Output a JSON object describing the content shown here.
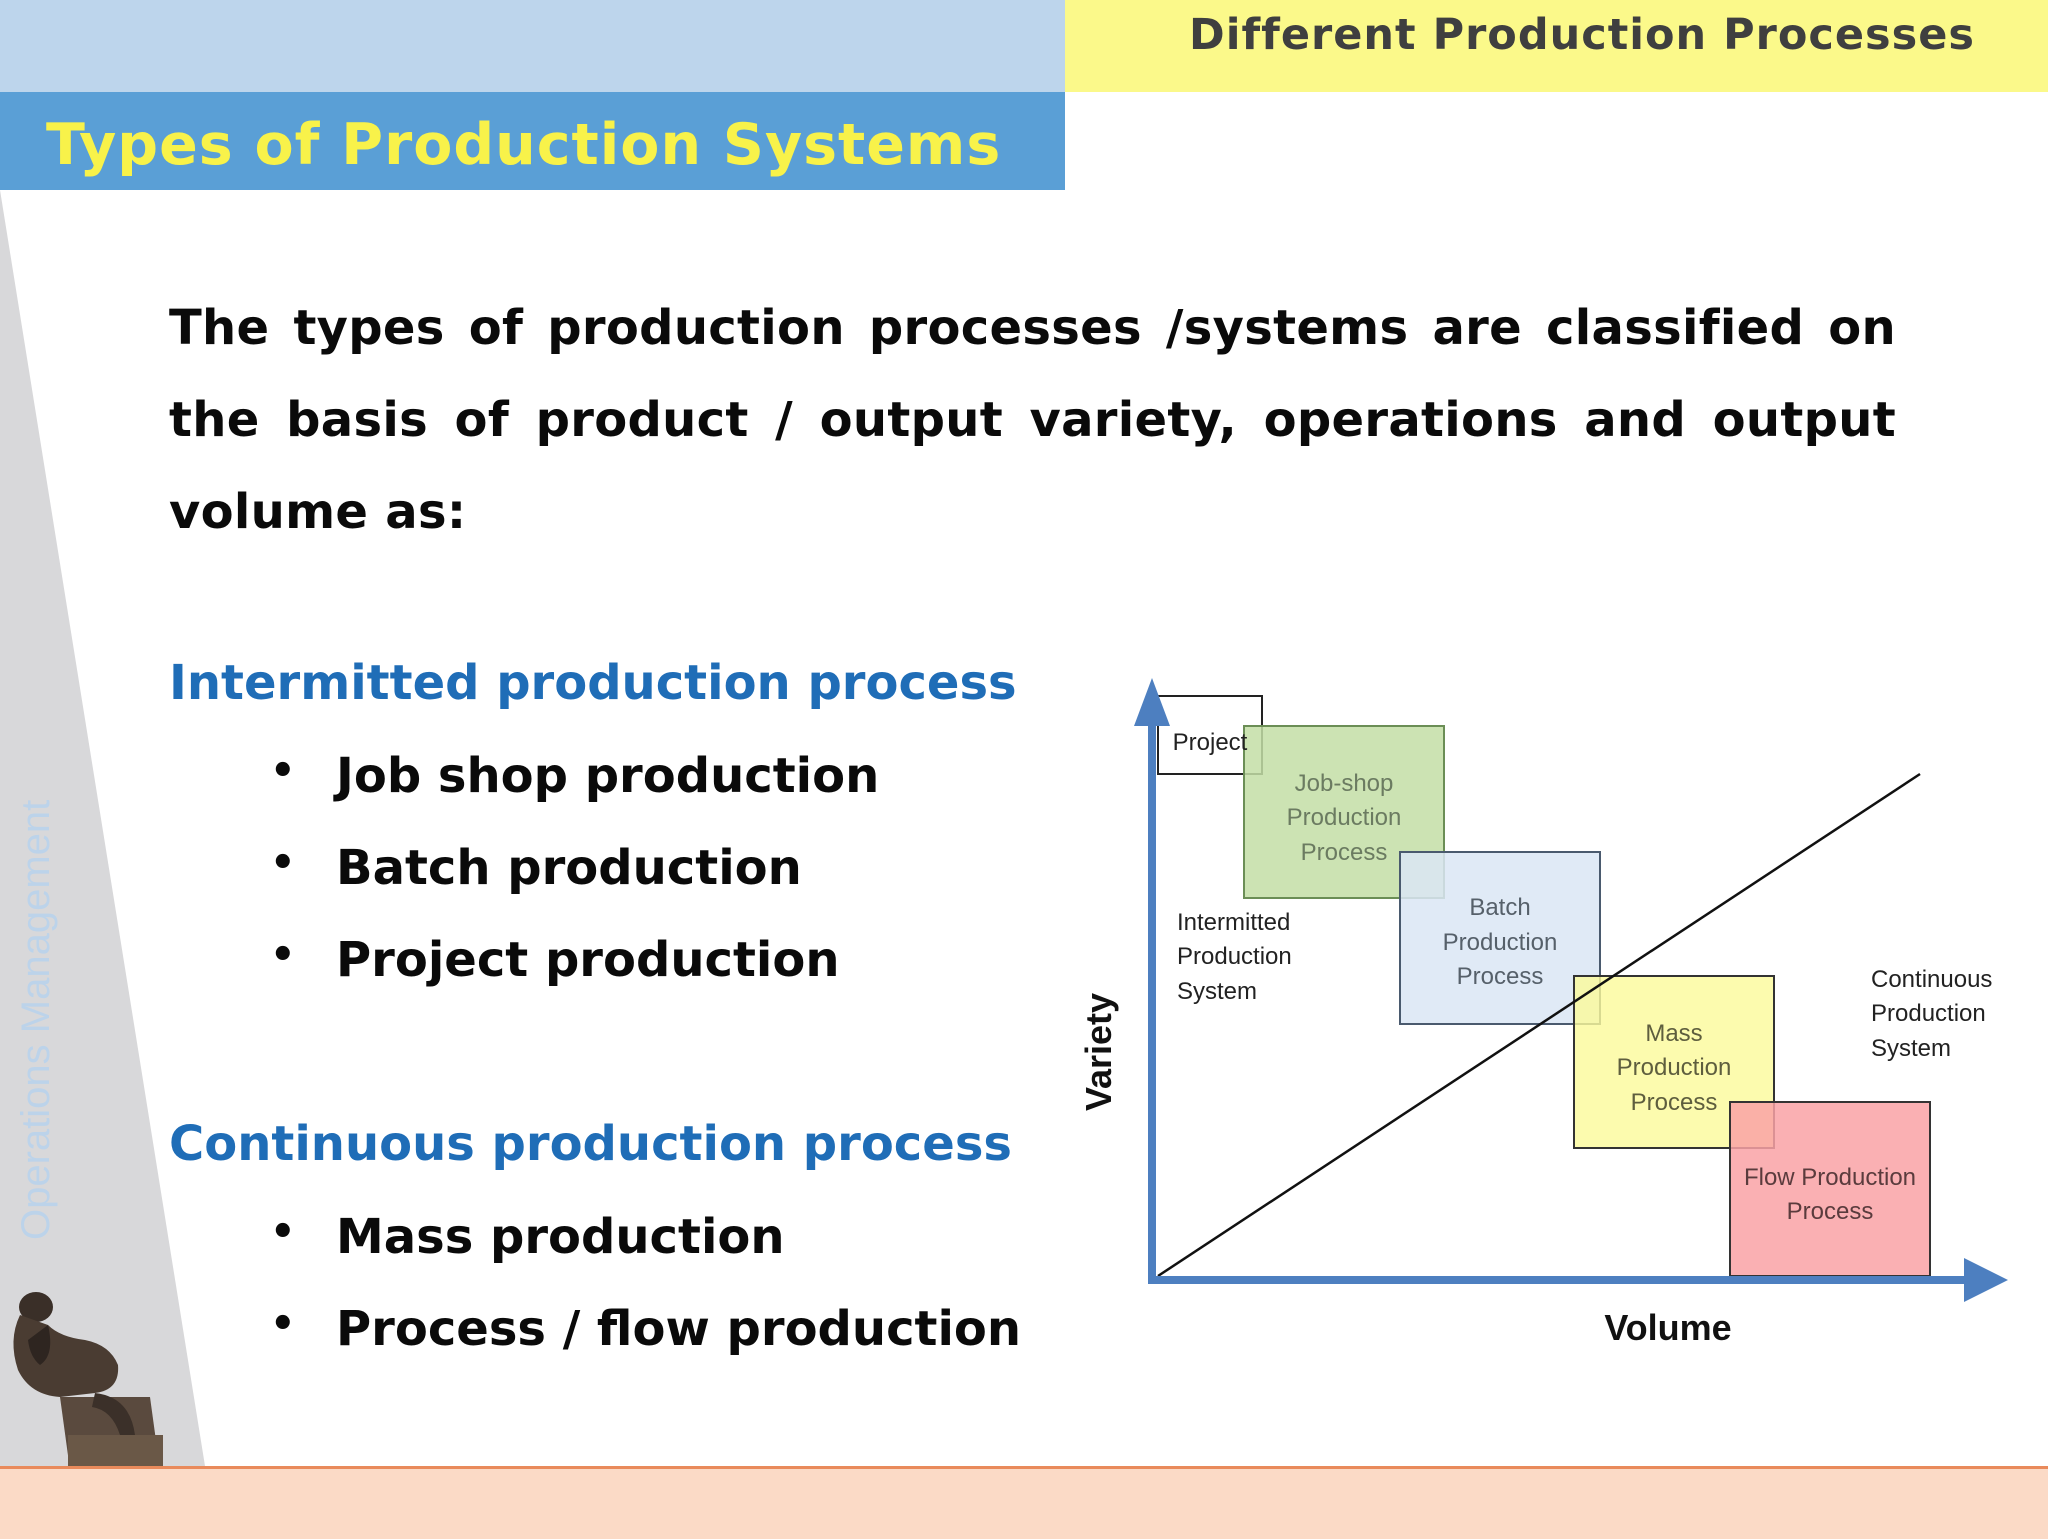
{
  "header": {
    "title": "Different Production Processes"
  },
  "page_title": "Types of Production Systems",
  "side_label": "Operations Management",
  "intro": "The types of production processes /systems are classified on the basis of product / output variety, operations and output volume as:",
  "sections": [
    {
      "heading": "Intermitted production process",
      "items": [
        "Job shop production",
        "Batch production",
        "Project production"
      ]
    },
    {
      "heading": "Continuous production process",
      "items": [
        "Mass production",
        "Process / flow production"
      ]
    }
  ],
  "bullet_glyph": "•",
  "diagram": {
    "y_axis_label": "Variety",
    "x_axis_label": "Volume",
    "region_labels": {
      "intermitted": [
        "Intermitted",
        "Production",
        "System"
      ],
      "continuous": [
        "Continuous",
        "Production",
        "System"
      ]
    },
    "boxes": [
      {
        "lines": [
          "Project"
        ],
        "fill": "#ffffff",
        "text_color": "#222222"
      },
      {
        "lines": [
          "Job-shop",
          "Production",
          "Process"
        ],
        "fill": "#c3dea6",
        "text_color": "#6b7b61"
      },
      {
        "lines": [
          "Batch",
          "Production",
          "Process"
        ],
        "fill": "#dbe6f4",
        "text_color": "#56606a"
      },
      {
        "lines": [
          "Mass",
          "Production",
          "Process"
        ],
        "fill": "#fbfa9a",
        "text_color": "#5e5e3e"
      },
      {
        "lines": [
          "Flow Production",
          "Process"
        ],
        "fill": "#f9a2a6",
        "text_color": "#5a3b3d"
      }
    ],
    "axis_color": "#4d7fc0"
  },
  "colors": {
    "top_band": "#bdd5ec",
    "header_band": "#fbf98a",
    "title_band": "#5a9fd6",
    "title_text": "#f8f24a",
    "section_heading": "#1f6db7",
    "footer_band": "#fbdac6"
  },
  "decorative_image": "thinker-statue"
}
